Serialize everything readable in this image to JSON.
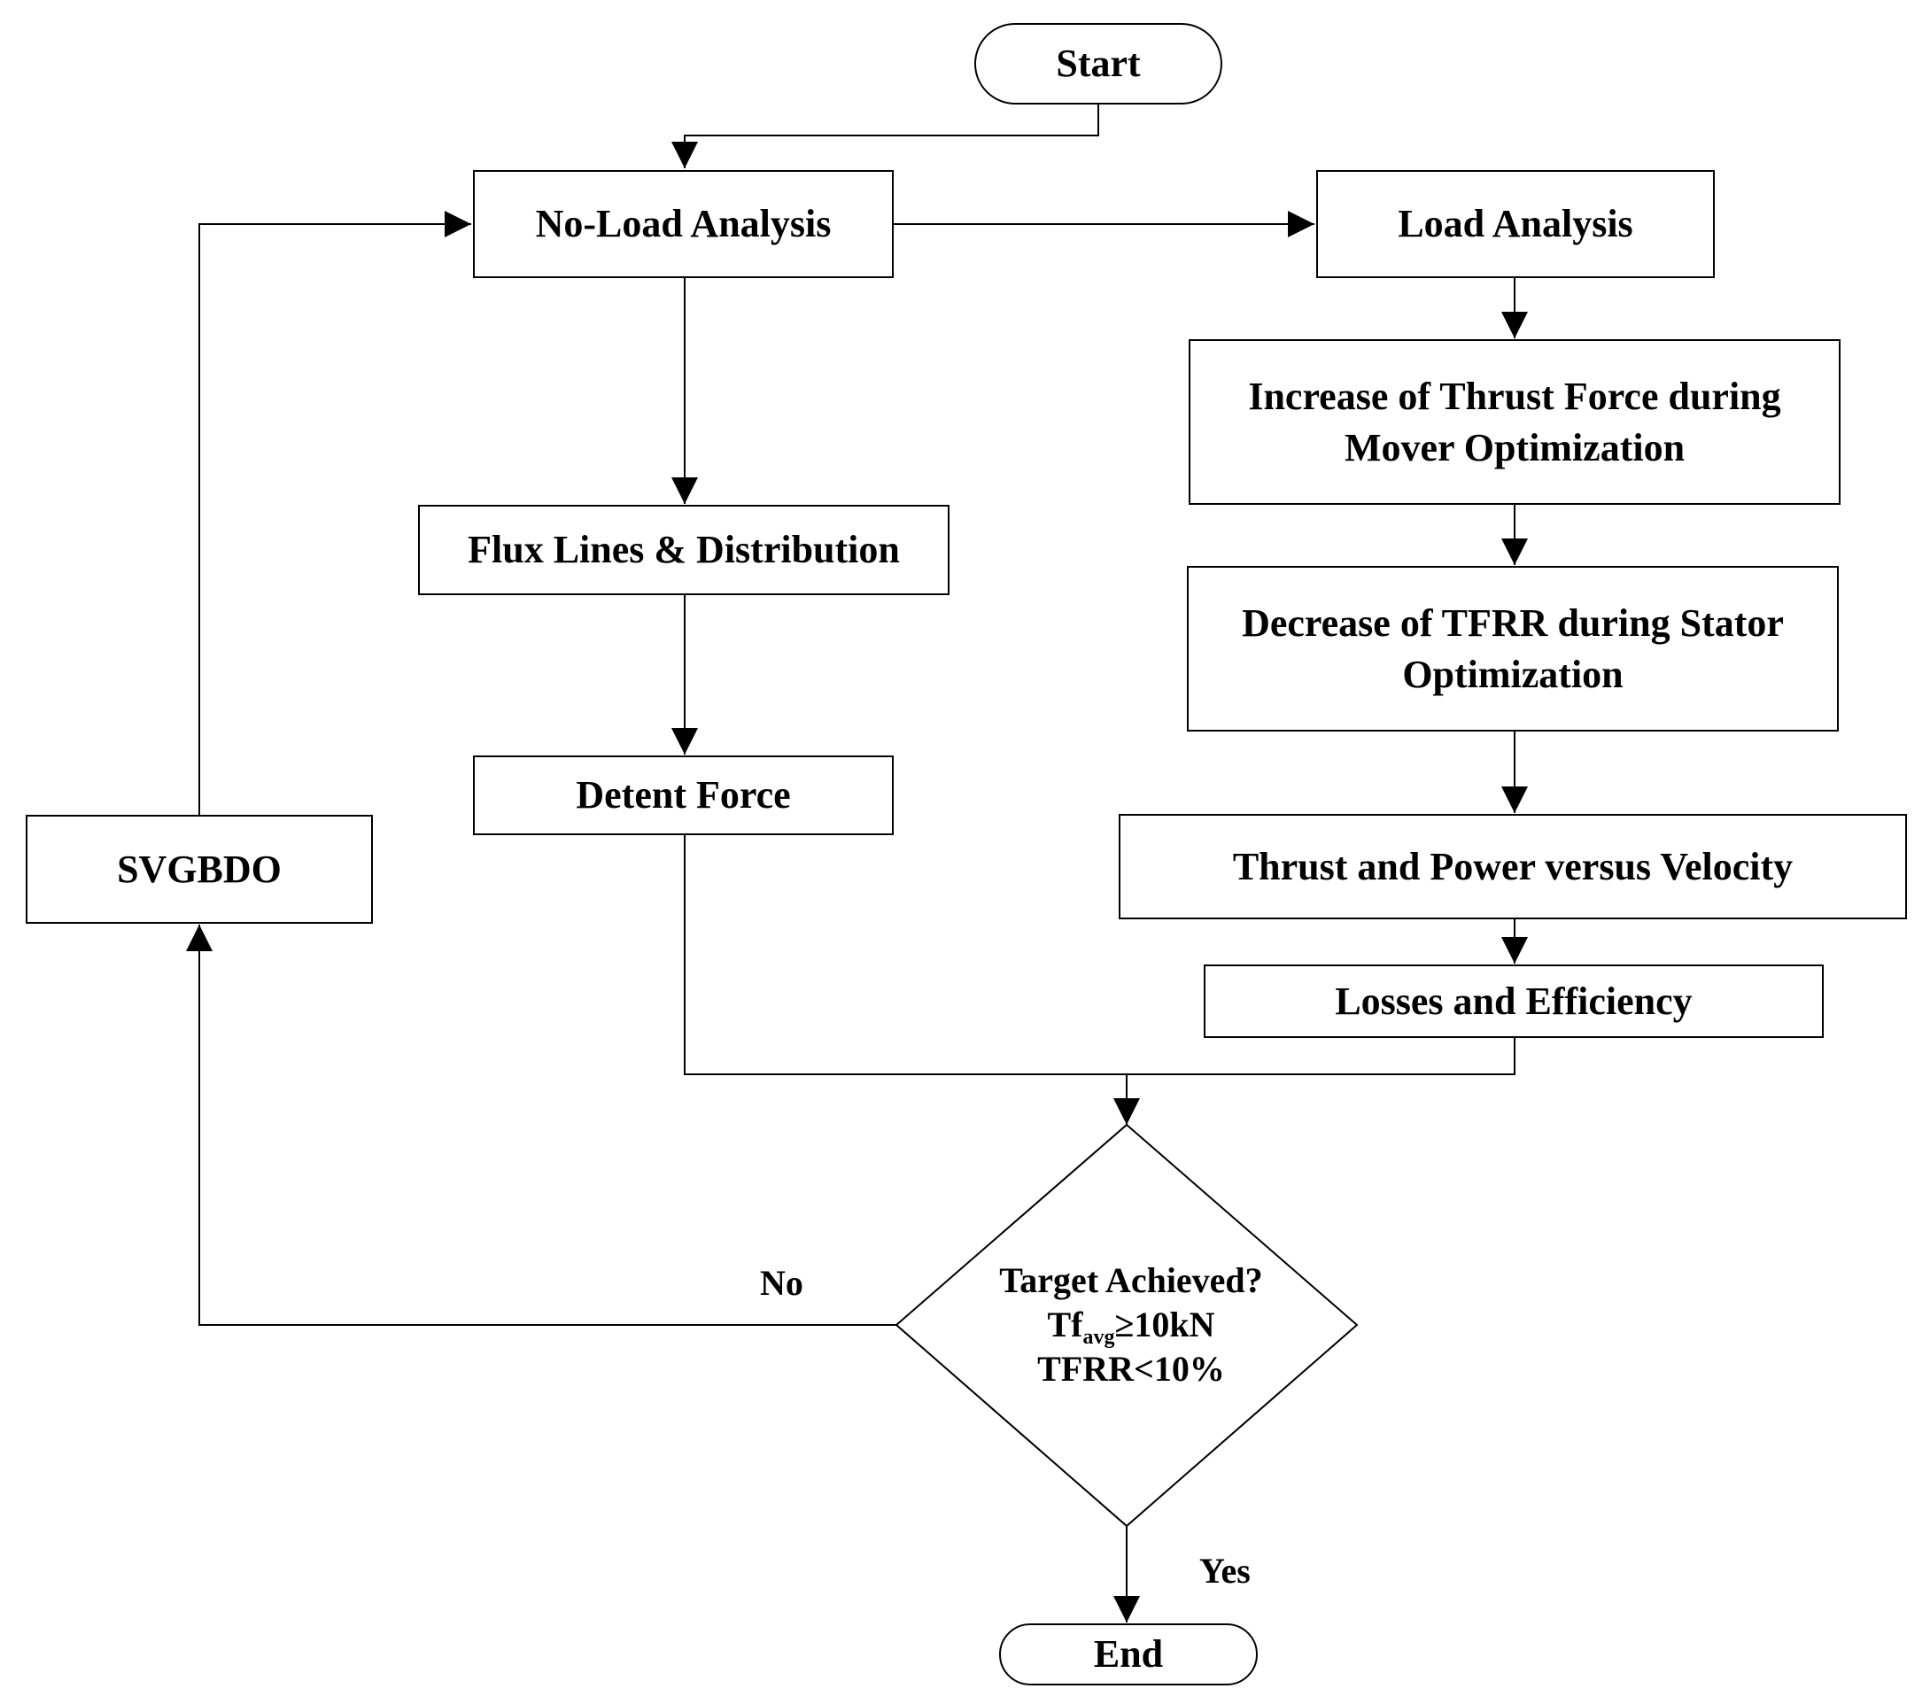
{
  "nodes": {
    "start": "Start",
    "no_load": "No-Load Analysis",
    "load": "Load Analysis",
    "flux": "Flux Lines & Distribution",
    "detent": "Detent Force",
    "thrust_increase": "Increase of Thrust Force during Mover Optimization",
    "tfrr_decrease": "Decrease of TFRR during Stator Optimization",
    "thrust_power": "Thrust and Power versus Velocity",
    "losses": "Losses and Efficiency",
    "svgbdo": "SVGBDO",
    "end": "End"
  },
  "decision": {
    "line1": "Target Achieved?",
    "cond1_var": "Tf",
    "cond1_sub": "avg",
    "cond1_rest": "≥10kN",
    "cond2": "TFRR<10%"
  },
  "edges": {
    "no": "No",
    "yes": "Yes"
  }
}
